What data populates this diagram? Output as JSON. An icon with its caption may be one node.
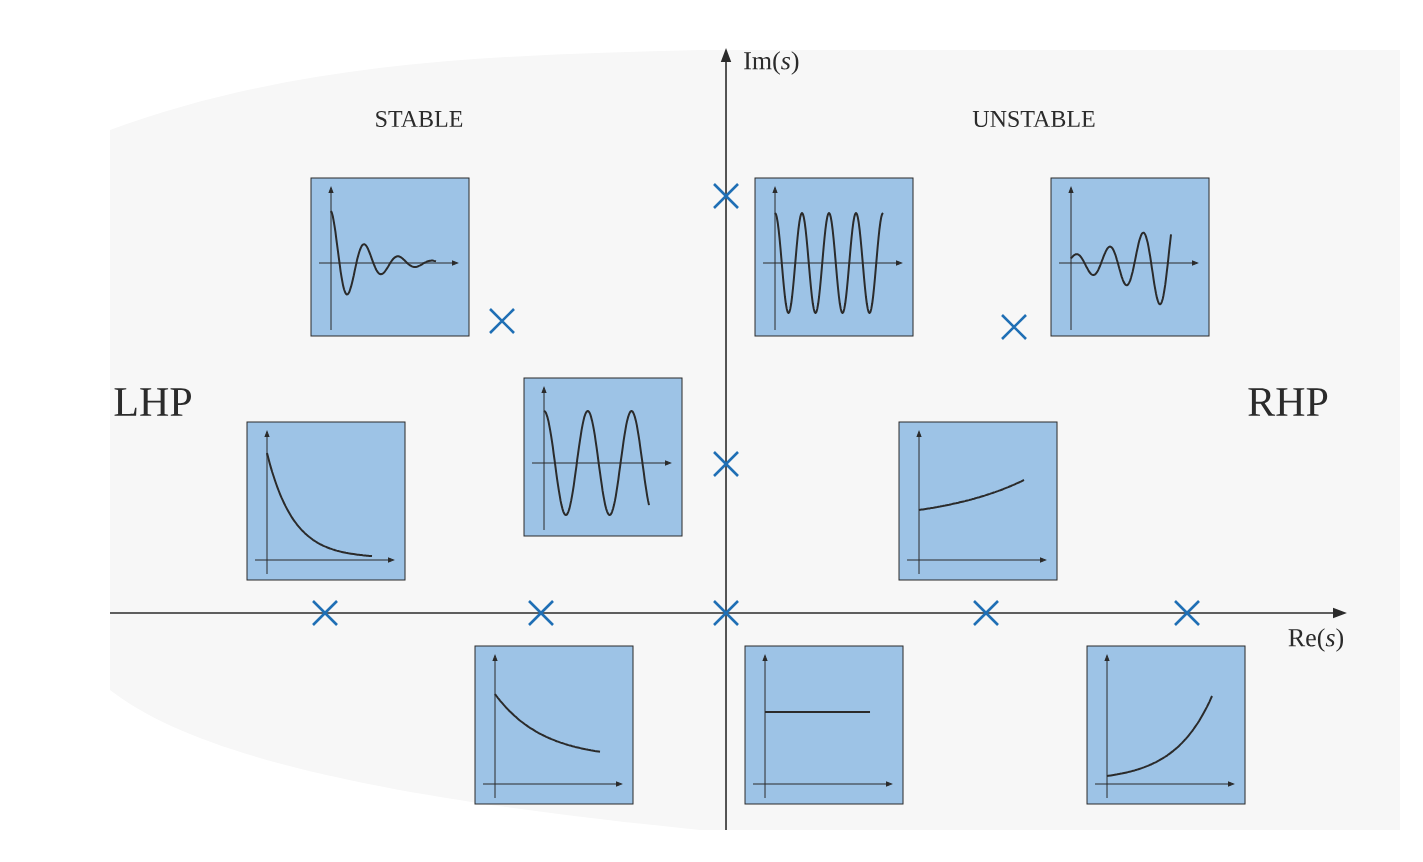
{
  "diagram": {
    "labels": [
      "Im(*s*)",
      "STABLE",
      "UNSTABLE",
      "LHP",
      "RHP",
      "Re(*s*)"
    ]
  }
}
